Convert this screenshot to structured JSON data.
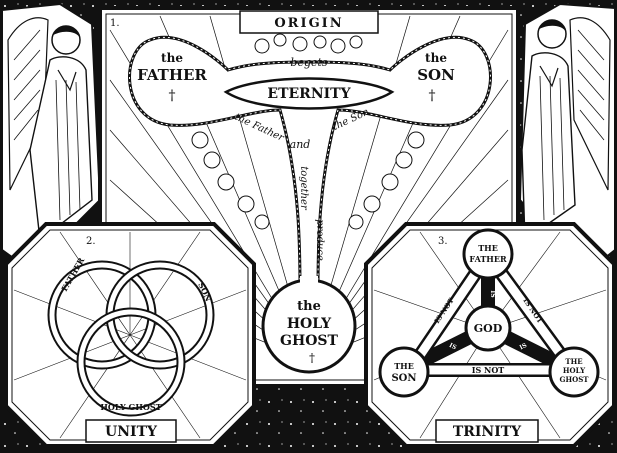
{
  "panel1": {
    "number": "1.",
    "banner": "ORIGIN",
    "father_line1": "the",
    "father_line2": "FATHER",
    "father_cross": "†",
    "son_line1": "the",
    "son_line2": "SON",
    "son_cross": "†",
    "begets": "begets",
    "eternity": "ETERNITY",
    "the_father": "the Father",
    "the_son": "the Son",
    "and": "and",
    "together": "together",
    "produce": "produce",
    "ghost_line1": "the",
    "ghost_line2": "HOLY",
    "ghost_line3": "GHOST",
    "ghost_cross": "†"
  },
  "panel2": {
    "number": "2.",
    "ring_father": "FATHER",
    "ring_son": "SON",
    "ring_ghost": "HOLY GHOST",
    "label": "UNITY"
  },
  "panel3": {
    "number": "3.",
    "father_line1": "THE",
    "father_line2": "FATHER",
    "son_line1": "THE",
    "son_line2": "SON",
    "ghost_line1": "THE",
    "ghost_line2": "HOLY",
    "ghost_line3": "GHOST",
    "center": "GOD",
    "is_not": "IS NOT",
    "is": "IS",
    "label": "TRINITY"
  },
  "colors": {
    "ink": "#111111",
    "paper": "#ffffff"
  }
}
